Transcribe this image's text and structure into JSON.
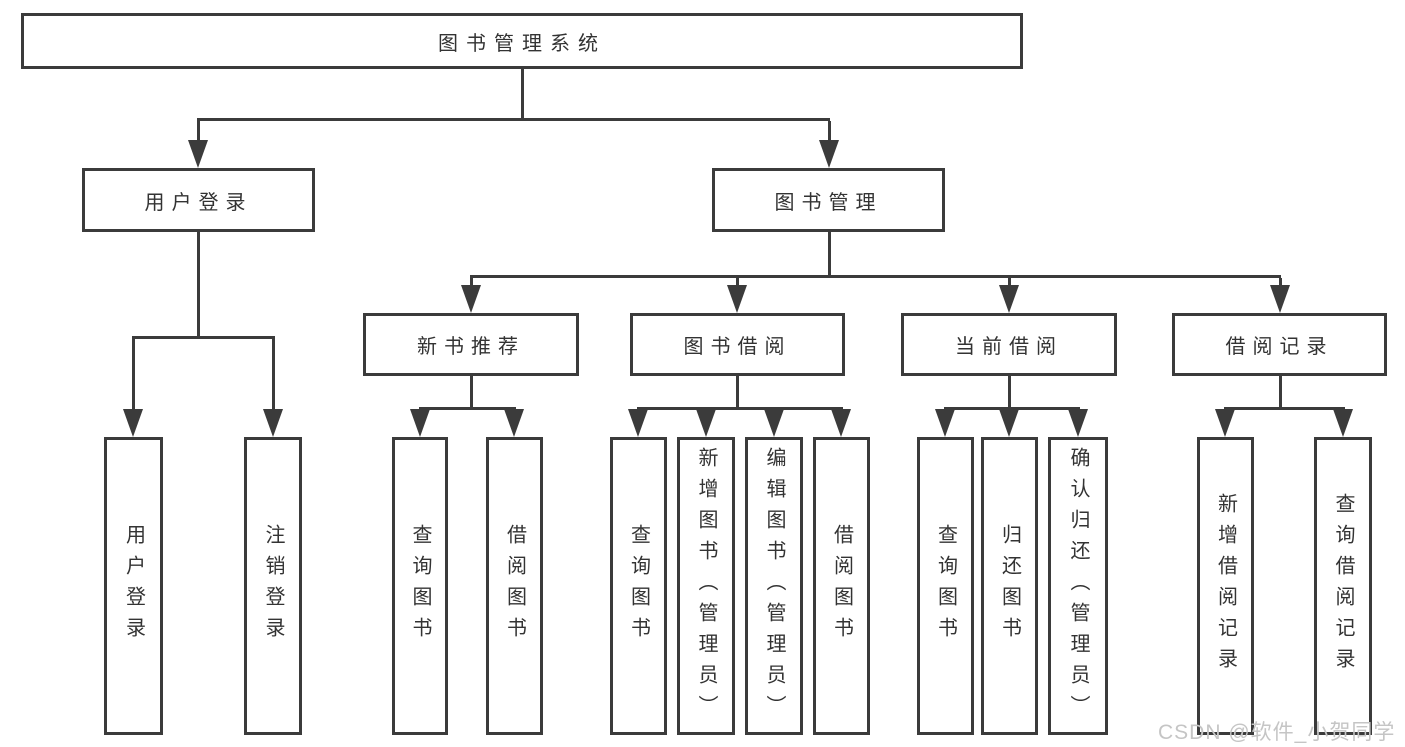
{
  "diagram": {
    "root": {
      "label": "图书管理系统"
    },
    "branches": [
      {
        "label": "用户登录",
        "children": [
          {
            "label": "用户登录"
          },
          {
            "label": "注销登录"
          }
        ]
      },
      {
        "label": "图书管理",
        "children": [
          {
            "label": "新书推荐",
            "children": [
              {
                "label": "查询图书"
              },
              {
                "label": "借阅图书"
              }
            ]
          },
          {
            "label": "图书借阅",
            "children": [
              {
                "label": "查询图书"
              },
              {
                "label": "新增图书（管理员）"
              },
              {
                "label": "编辑图书（管理员）"
              },
              {
                "label": "借阅图书"
              }
            ]
          },
          {
            "label": "当前借阅",
            "children": [
              {
                "label": "查询图书"
              },
              {
                "label": "归还图书"
              },
              {
                "label": "确认归还（管理员）"
              }
            ]
          },
          {
            "label": "借阅记录",
            "children": [
              {
                "label": "新增借阅记录"
              },
              {
                "label": "查询借阅记录"
              }
            ]
          }
        ]
      }
    ],
    "watermark": "CSDN @软件_小贺同学",
    "colors": {
      "line": "#3b3b3b",
      "text": "#333333",
      "watermark": "#c5c5c5",
      "background": "#ffffff"
    }
  }
}
